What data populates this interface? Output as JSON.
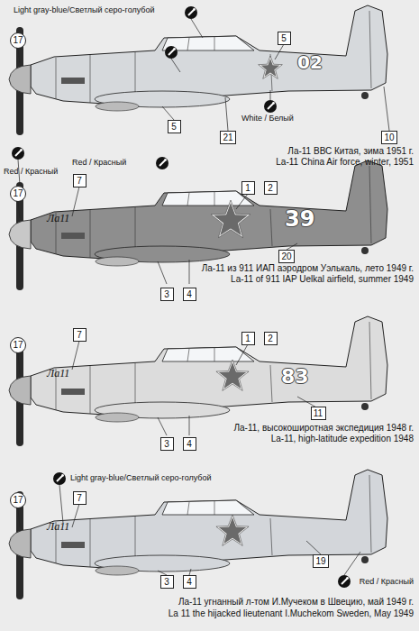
{
  "diagram": {
    "nodes": [
      {
        "text": [
          "17"
        ]
      },
      {
        "text": [
          "5"
        ]
      },
      {
        "text": [
          "5"
        ]
      },
      {
        "text": [
          "21"
        ]
      },
      {
        "text": [
          "10"
        ]
      },
      {
        "text": [
          "17"
        ]
      },
      {
        "text": [
          "7"
        ]
      },
      {
        "text": [
          "1"
        ]
      },
      {
        "text": [
          "2"
        ]
      },
      {
        "text": [
          "20"
        ]
      },
      {
        "text": [
          "3"
        ]
      },
      {
        "text": [
          "4"
        ]
      },
      {
        "text": [
          "17"
        ]
      },
      {
        "text": [
          "7"
        ]
      },
      {
        "text": [
          "1"
        ]
      },
      {
        "text": [
          "2"
        ]
      },
      {
        "text": [
          "11"
        ]
      },
      {
        "text": [
          "3"
        ]
      },
      {
        "text": [
          "4"
        ]
      },
      {
        "text": [
          "17"
        ]
      },
      {
        "text": [
          "7"
        ]
      },
      {
        "text": [
          "19"
        ]
      },
      {
        "text": [
          "3"
        ]
      },
      {
        "text": [
          "4"
        ]
      }
    ],
    "labels": [
      "Light gray-blue/Светлый серо-голубой",
      "02",
      "White / Белый",
      "Red / Красный",
      "Ла-11 ВВС Китая, зима 1951 г.",
      "La-11 China Air force, winter, 1951",
      "Red / Красный",
      "Ла11",
      "39",
      "Ла-11 из 911 ИАП аэродром Уэлькаль, лето 1949 г.",
      "La-11 of 911 IAP Uelkal airfield, summer 1949",
      "Ла11",
      "83",
      "Ла-11, высокоширотная экспедиция 1948 г.",
      "La-11, high-latitude expedition 1948",
      "Light gray-blue/Светлый серо-голубой",
      "Ла11",
      "Red / Красный",
      "Ла-11 угнанный л-том И.Мучеком в Швецию, май 1949 г.",
      "La 11 the hijacked lieutenant I.Muchekom Sweden, May 1949"
    ]
  }
}
